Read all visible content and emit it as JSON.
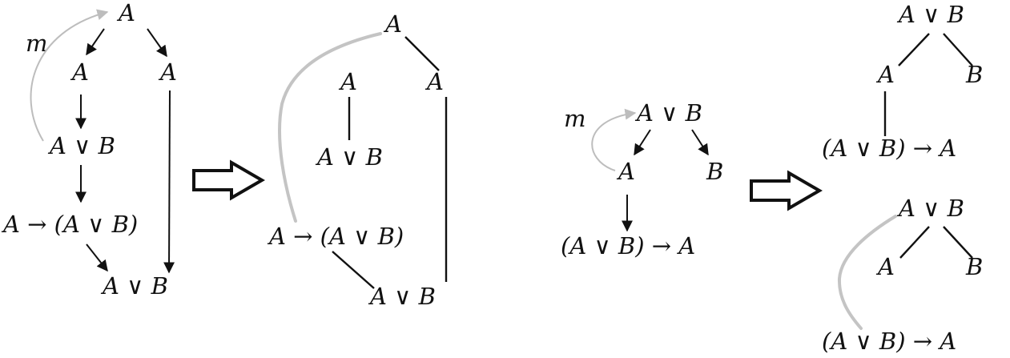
{
  "diagram_1": {
    "before": {
      "top_a": "A",
      "left_a": "A",
      "right_a": "A",
      "a_or_b": "A ∨ B",
      "a_implies_a_or_b": "A → (A ∨ B)",
      "bottom_a_or_b": "A ∨ B",
      "m_label": "m"
    },
    "after": {
      "top_a": "A",
      "left_a": "A",
      "right_a": "A",
      "a_or_b": "A ∨ B",
      "a_implies_a_or_b": "A → (A ∨ B)",
      "bottom_a_or_b": "A ∨ B"
    }
  },
  "diagram_2": {
    "before": {
      "top_a_or_b": "A ∨ B",
      "left_a": "A",
      "right_b": "B",
      "a_or_b_implies_a": "(A ∨ B) → A",
      "m_label": "m"
    },
    "after_top": {
      "root_a_or_b": "A ∨ B",
      "left_a": "A",
      "right_b": "B",
      "a_or_b_implies_a": "(A ∨ B) → A"
    },
    "after_bottom": {
      "root_a_or_b": "A ∨ B",
      "left_a": "A",
      "right_b": "B",
      "a_or_b_implies_a": "(A ∨ B) → A"
    }
  }
}
